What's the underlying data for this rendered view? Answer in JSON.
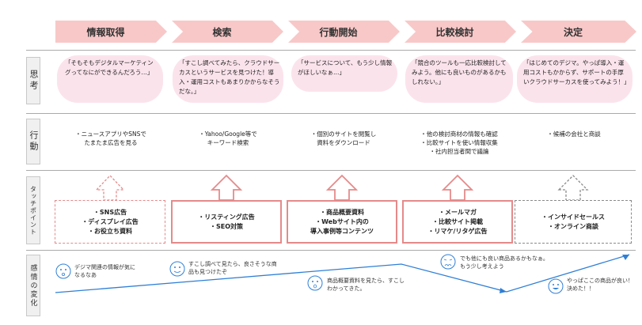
{
  "stages": [
    "情報取得",
    "検索",
    "行動開始",
    "比較検討",
    "決定"
  ],
  "row_labels": {
    "thought": "思考",
    "action": "行動",
    "touchpoint": "タッチポイント",
    "emotion": "感情の変化"
  },
  "thoughts": [
    "「そもそもデジタルマーケティングってなにができるんだろう…」",
    "「すこし調べてみたら、クラウドサーカスというサービスを見つけた！導入・運用コストもあまりかからなそうだな。」",
    "「サービスについて、もう少し情報がほしいなぁ…」",
    "「競合のツールも一応比較検討してみよう。他にも良いものがあるかもしれない。」",
    "「はじめてのデジマ。やっぱ導入・運用コストもかからず、サポートの手厚いクラウドサーカスを使ってみよう！」"
  ],
  "actions": [
    "・ニュースアプリやSNSで\nたまたま広告を見る",
    "・Yahoo/Google等で\nキーワード検索",
    "・個別のサイトを閲覧し\n資料をダウンロード",
    "・他の検討商材の情報も確認\n・比較サイトを使い情報収集\n・社内担当者間で議論",
    "・候補の会社と商談"
  ],
  "touchpoints": [
    {
      "text": "・SNS広告\n・ディスプレイ広告\n・お役立ち資料",
      "style": "dash-red"
    },
    {
      "text": "・リスティング広告\n・SEO対策",
      "style": "solid"
    },
    {
      "text": "・商品概要資料\n・Webサイト内の\n導入事例等コンテンツ",
      "style": "solid"
    },
    {
      "text": "・メールマガ\n・比較サイト掲載\n・リマケ/リタゲ広告",
      "style": "solid"
    },
    {
      "text": "・インサイドセールス\n・オンライン商談",
      "style": "dash-gray"
    }
  ],
  "emotions": [
    "デジマ関連の情報が気になるなあ",
    "すこし調べて見たら、良さそうな商品も見つけたぞ",
    "商品概要資料を見たら、すこしわかってきた。",
    "でも他にも良い商品あるかもなぁ。もう少し考えよう",
    "やっぱここの商品が良い！決めた！！"
  ],
  "colors": {
    "stage": "#f8c8c8",
    "accent_red": "#e58a8a",
    "gray": "#8a8a8a",
    "emotion_line": "#2f7fd6",
    "cloud": "#fbe3ec"
  }
}
